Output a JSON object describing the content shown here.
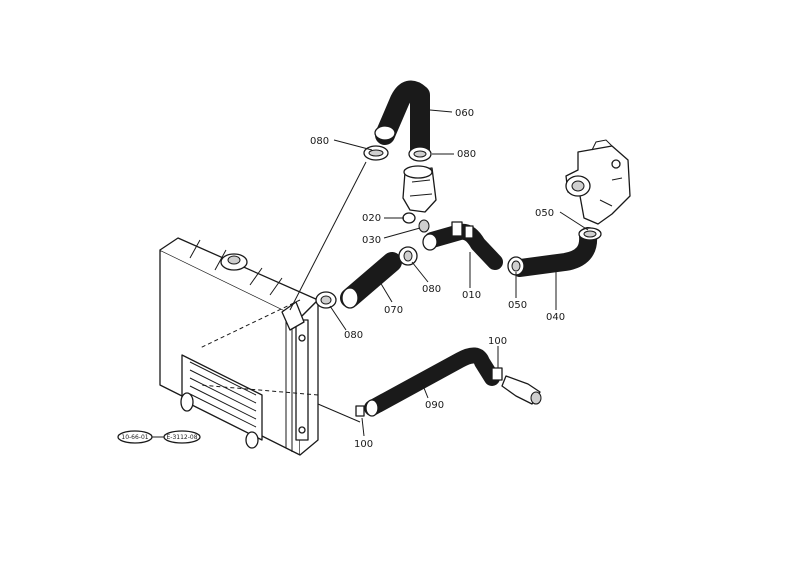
{
  "diagram": {
    "part_labels": {
      "p060": "060",
      "p080_a": "080",
      "p080_b": "080",
      "p080_c": "080",
      "p080_d": "080",
      "p020": "020",
      "p030": "030",
      "p050_a": "050",
      "p050_b": "050",
      "p010": "010",
      "p040": "040",
      "p070": "070",
      "p090": "090",
      "p100_a": "100",
      "p100_b": "100"
    },
    "references": {
      "ref_a": "10-66-01",
      "ref_b": "E-3112-08"
    }
  }
}
